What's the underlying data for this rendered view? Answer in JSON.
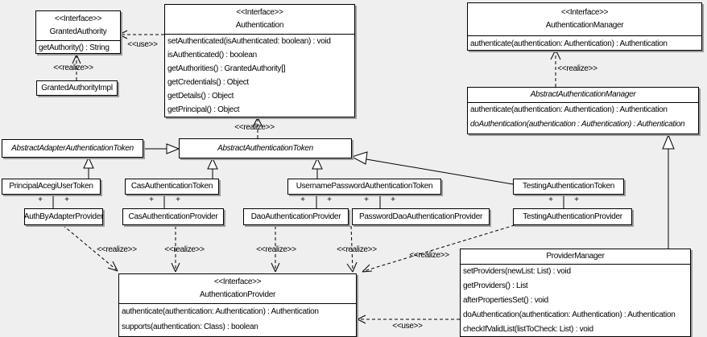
{
  "labels": {
    "use": "<<use>>",
    "realize": "<<realize>>",
    "plus": "+"
  },
  "classes": {
    "granted_authority": {
      "stereotype": "<<Interface>>",
      "name": "GrantedAuthority",
      "methods": [
        "getAuthority() : String"
      ]
    },
    "granted_authority_impl": {
      "name": "GrantedAuthorityImpl"
    },
    "authentication": {
      "stereotype": "<<Interface>>",
      "name": "Authentication",
      "methods": [
        "setAuthenticated(isAuthenticated: boolean) : void",
        "isAuthenticated() : boolean",
        "getAuthorities() : GrantedAuthority[]",
        "getCredentials() : Object",
        "getDetails() : Object",
        "getPrincipal() : Object"
      ]
    },
    "authentication_manager": {
      "stereotype": "<<Interface>>",
      "name": "AuthenticationManager",
      "methods": [
        "authenticate(authentication: Authentication) : Authentication"
      ]
    },
    "abstract_authentication_manager": {
      "name": "AbstractAuthenticationManager",
      "methods": [
        "authenticate(authentication: Authentication) : Authentication",
        "doAuthentication(authentication : Authentication) : Authentication"
      ]
    },
    "abstract_adapter_authentication_token": {
      "name": "AbstractAdapterAuthenticationToken"
    },
    "abstract_authentication_token": {
      "name": "AbstractAuthenticationToken"
    },
    "principal_acegi_user_token": {
      "name": "PrincipalAcegiUserToken"
    },
    "cas_authentication_token": {
      "name": "CasAuthenticationToken"
    },
    "username_password_authentication_token": {
      "name": "UsernamePasswordAuthenticationToken"
    },
    "testing_authentication_token": {
      "name": "TestingAuthenticationToken"
    },
    "auth_by_adapter_provider": {
      "name": "AuthByAdapterProvider"
    },
    "cas_authentication_provider": {
      "name": "CasAuthenticationProvider"
    },
    "dao_authentication_provider": {
      "name": "DaoAuthenticationProvider"
    },
    "password_dao_authentication_provider": {
      "name": "PasswordDaoAuthenticationProvider"
    },
    "testing_authentication_provider": {
      "name": "TestingAuthenticationProvider"
    },
    "authentication_provider": {
      "stereotype": "<<Interface>>",
      "name": "AuthenticationProvider",
      "methods": [
        "authenticate(authentication: Authentication) : Authentication",
        "supports(authentication: Class) : boolean"
      ]
    },
    "provider_manager": {
      "name": "ProviderManager",
      "methods": [
        "setProviders(newList: List) : void",
        "getProviders() : List",
        "afterPropertiesSet() : void",
        "doAuthentication(authentication: Authentication) : Authentication",
        "checkIfValidList(listToCheck: List) : void"
      ]
    }
  },
  "colors": {
    "background": "#efefef",
    "node_fill": "#ffffff",
    "line": "#000000"
  }
}
